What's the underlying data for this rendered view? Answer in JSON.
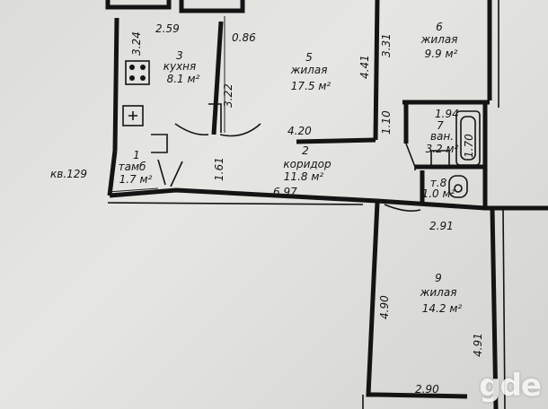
{
  "apartment": {
    "label": "кв.129"
  },
  "rooms": [
    {
      "id": "kitchen",
      "number": "3",
      "name": "кухня",
      "area": "8.1 м²"
    },
    {
      "id": "living5",
      "number": "5",
      "name": "жилая",
      "area": "17.5 м²"
    },
    {
      "id": "living6",
      "number": "6",
      "name": "жилая",
      "area": "9.9 м²"
    },
    {
      "id": "vestibule",
      "number": "1",
      "name": "тамб",
      "area": "1.7 м²"
    },
    {
      "id": "corridor",
      "number": "2",
      "name": "коридор",
      "area": "11.8 м²"
    },
    {
      "id": "bath",
      "number": "7",
      "name": "ван.",
      "area": "3.2 м²"
    },
    {
      "id": "wc",
      "number": "8",
      "name": "т.",
      "area": "1.0 м²"
    },
    {
      "id": "living9",
      "number": "9",
      "name": "жилая",
      "area": "14.2 м²"
    }
  ],
  "dimensions": {
    "d259": "2.59",
    "d086": "0.86",
    "d324": "3.24",
    "d322": "3.22",
    "d441": "4.41",
    "d331": "3.31",
    "d420": "4.20",
    "d194": "1.94",
    "d110": "1.10",
    "d170": "1.70",
    "d161": "1.61",
    "d697": "6.97",
    "d291": "2.91",
    "d490": "4.90",
    "d491": "4.91",
    "d290": "2.90"
  },
  "watermark": "gde"
}
